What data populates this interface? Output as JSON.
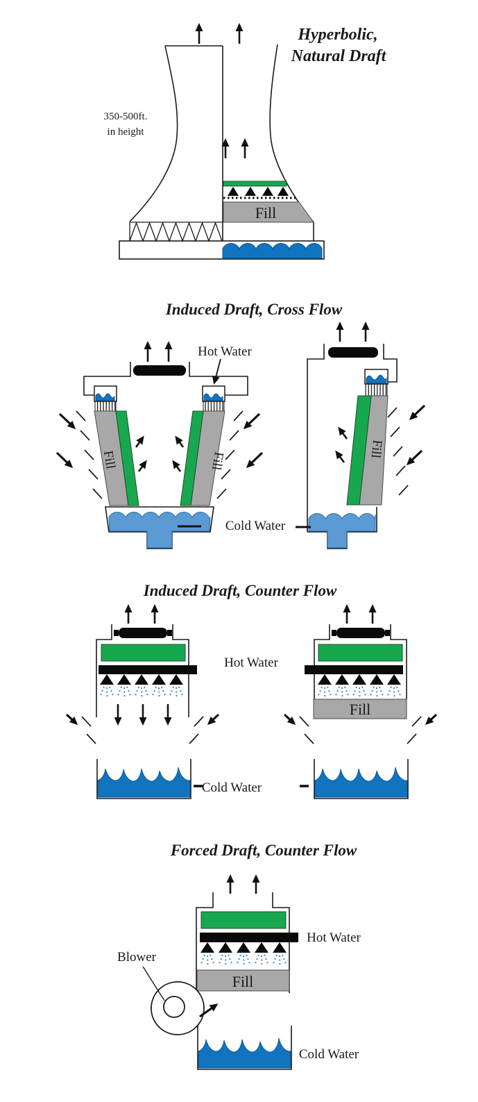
{
  "colors": {
    "green": "#17a74e",
    "fill_gray": "#a8a8a8",
    "water_dark": "#1273be",
    "water_light": "#5b9ad2",
    "spray": "#3f86c6"
  },
  "diagrams": {
    "hyperbolic": {
      "title_lines": [
        "Hyperbolic,",
        "Natural Draft"
      ],
      "height_note_lines": [
        "350-500ft.",
        "in height"
      ],
      "fill_label": "Fill"
    },
    "induced_cross": {
      "title": "Induced Draft, Cross Flow",
      "hot_water_label": "Hot Water",
      "cold_water_label": "Cold Water",
      "fill_label": "Fill"
    },
    "induced_counter": {
      "title": "Induced Draft, Counter Flow",
      "hot_water_label": "Hot Water",
      "cold_water_label": "Cold Water",
      "fill_label": "Fill"
    },
    "forced_counter": {
      "title": "Forced Draft, Counter Flow",
      "hot_water_label": "Hot Water",
      "cold_water_label": "Cold Water",
      "fill_label": "Fill",
      "blower_label": "Blower"
    }
  }
}
